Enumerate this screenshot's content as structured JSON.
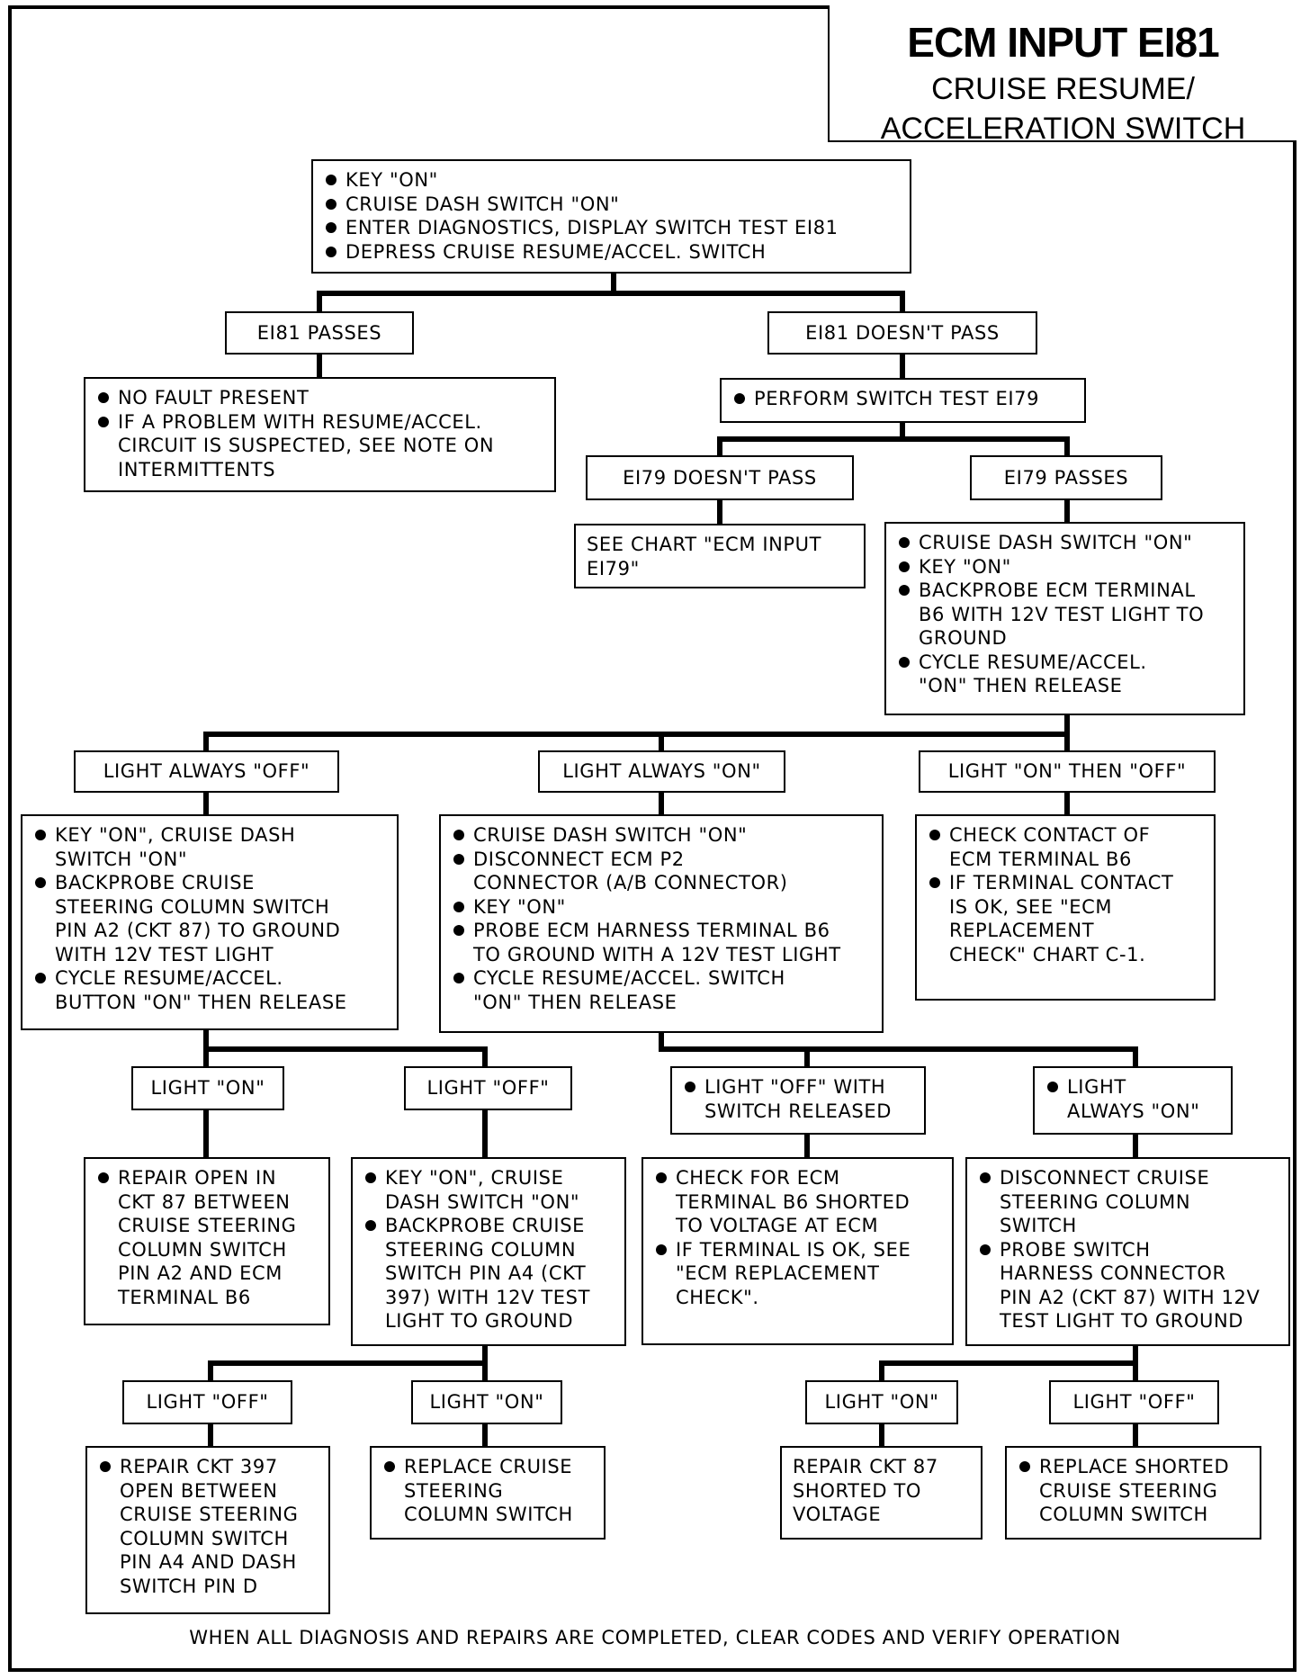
{
  "title": {
    "main": "ECM INPUT EI81",
    "sub_line1": "CRUISE RESUME/",
    "sub_line2": "ACCELERATION SWITCH"
  },
  "start": [
    "KEY \"ON\"",
    "CRUISE DASH SWITCH \"ON\"",
    "ENTER DIAGNOSTICS, DISPLAY SWITCH TEST EI81",
    "DEPRESS CRUISE RESUME/ACCEL. SWITCH"
  ],
  "ei81_passes": {
    "label": "EI81 PASSES",
    "items": [
      "NO FAULT PRESENT",
      "IF A PROBLEM WITH RESUME/ACCEL.\nCIRCUIT IS SUSPECTED, SEE NOTE ON\nINTERMITTENTS"
    ]
  },
  "ei81_fails": {
    "label": "EI81 DOESN'T PASS",
    "items": [
      "PERFORM SWITCH TEST EI79"
    ]
  },
  "ei79_fails": {
    "label": "EI79 DOESN'T PASS",
    "text": "SEE CHART \"ECM INPUT\nEI79\""
  },
  "ei79_passes": {
    "label": "EI79 PASSES",
    "items": [
      "CRUISE DASH SWITCH \"ON\"",
      "KEY \"ON\"",
      "BACKPROBE ECM TERMINAL\nB6 WITH 12V TEST LIGHT TO\nGROUND",
      "CYCLE RESUME/ACCEL.\n\"ON\" THEN RELEASE"
    ]
  },
  "light_always_off": {
    "label": "LIGHT ALWAYS \"OFF\"",
    "items": [
      "KEY \"ON\", CRUISE DASH\nSWITCH \"ON\"",
      "BACKPROBE CRUISE\nSTEERING COLUMN SWITCH\nPIN A2 (CKT 87) TO GROUND\nWITH 12V TEST LIGHT",
      "CYCLE RESUME/ACCEL.\nBUTTON \"ON\" THEN RELEASE"
    ]
  },
  "light_always_on": {
    "label": "LIGHT ALWAYS \"ON\"",
    "items": [
      "CRUISE DASH SWITCH \"ON\"",
      "DISCONNECT ECM P2\nCONNECTOR (A/B CONNECTOR)",
      "KEY \"ON\"",
      "PROBE ECM HARNESS TERMINAL B6\nTO GROUND WITH A 12V TEST LIGHT",
      "CYCLE RESUME/ACCEL. SWITCH\n\"ON\" THEN RELEASE"
    ]
  },
  "light_on_then_off": {
    "label": "LIGHT \"ON\" THEN \"OFF\"",
    "items": [
      "CHECK CONTACT OF\nECM TERMINAL B6",
      "IF TERMINAL CONTACT\nIS OK, SEE \"ECM\nREPLACEMENT\nCHECK\" CHART C-1."
    ]
  },
  "a_light_on": {
    "label": "LIGHT \"ON\"",
    "items": [
      "REPAIR OPEN IN\nCKT 87 BETWEEN\nCRUISE STEERING\nCOLUMN SWITCH\nPIN A2 AND ECM\nTERMINAL B6"
    ]
  },
  "a_light_off": {
    "label": "LIGHT \"OFF\"",
    "items": [
      "KEY \"ON\", CRUISE\nDASH SWITCH \"ON\"",
      "BACKPROBE CRUISE\nSTEERING COLUMN\nSWITCH PIN A4 (CKT\n397) WITH 12V TEST\nLIGHT TO GROUND"
    ]
  },
  "b_off_released": {
    "label": "LIGHT \"OFF\" WITH\nSWITCH RELEASED",
    "items": [
      "CHECK FOR ECM\nTERMINAL B6 SHORTED\nTO VOLTAGE AT ECM",
      "IF TERMINAL IS OK, SEE\n\"ECM REPLACEMENT\nCHECK\"."
    ]
  },
  "b_always_on": {
    "label": "LIGHT\nALWAYS \"ON\"",
    "items": [
      "DISCONNECT CRUISE\nSTEERING COLUMN\nSWITCH",
      "PROBE SWITCH\nHARNESS CONNECTOR\nPIN A2 (CKT 87) WITH 12V\nTEST LIGHT TO GROUND"
    ]
  },
  "c_light_off": {
    "label": "LIGHT \"OFF\"",
    "items": [
      "REPAIR CKT 397\nOPEN BETWEEN\nCRUISE STEERING\nCOLUMN SWITCH\nPIN A4 AND DASH\nSWITCH PIN D"
    ]
  },
  "c_light_on": {
    "label": "LIGHT \"ON\"",
    "items": [
      "REPLACE CRUISE\nSTEERING\nCOLUMN SWITCH"
    ]
  },
  "d_light_on": {
    "label": "LIGHT \"ON\"",
    "text": "REPAIR CKT 87\nSHORTED TO\nVOLTAGE"
  },
  "d_light_off": {
    "label": "LIGHT \"OFF\"",
    "items": [
      "REPLACE SHORTED\nCRUISE STEERING\nCOLUMN SWITCH"
    ]
  },
  "footer": "WHEN ALL DIAGNOSIS AND REPAIRS ARE COMPLETED, CLEAR CODES AND VERIFY OPERATION"
}
